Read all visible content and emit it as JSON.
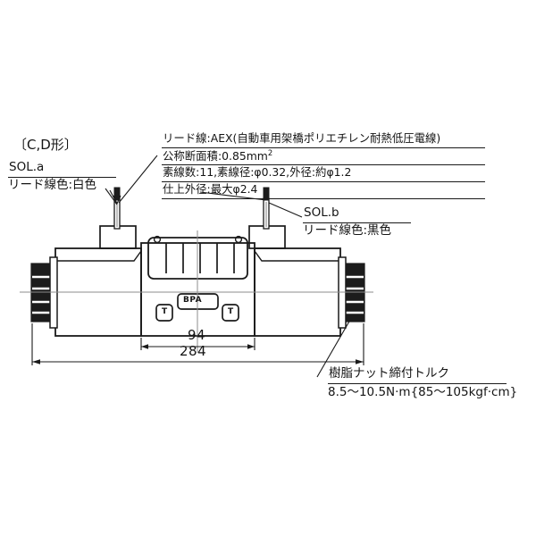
{
  "drawing": {
    "title_bracket": "〔C,D形〕",
    "background_color": "#ffffff",
    "line_color": "#1a1a1a",
    "cap_color": "#1c1c1c"
  },
  "left_annotation": {
    "solenoid_label": "SOL.a",
    "lead_color_label": "リード線色:白色"
  },
  "right_annotation": {
    "solenoid_label": "SOL.b",
    "lead_color_label": "リード線色:黒色"
  },
  "lead_wire_spec": {
    "line1": "リード線:AEX(自動車用架橋ポリエチレン耐熱低圧電線)",
    "line2_prefix": "公称断面積:0.85mm",
    "line2_superscript": "2",
    "line3": "素線数:11,素線径:φ0.32,外径:約φ1.2",
    "line4": "仕上外径:最大φ2.4"
  },
  "torque_annotation": {
    "line1": "樹脂ナット締付トルク",
    "line2": "8.5〜10.5N·m{85〜105kgf·cm}"
  },
  "dimensions": {
    "inner": "94",
    "outer": "284"
  },
  "ports": {
    "center_label": "BPA",
    "tank_left": "T",
    "tank_right": "T"
  }
}
